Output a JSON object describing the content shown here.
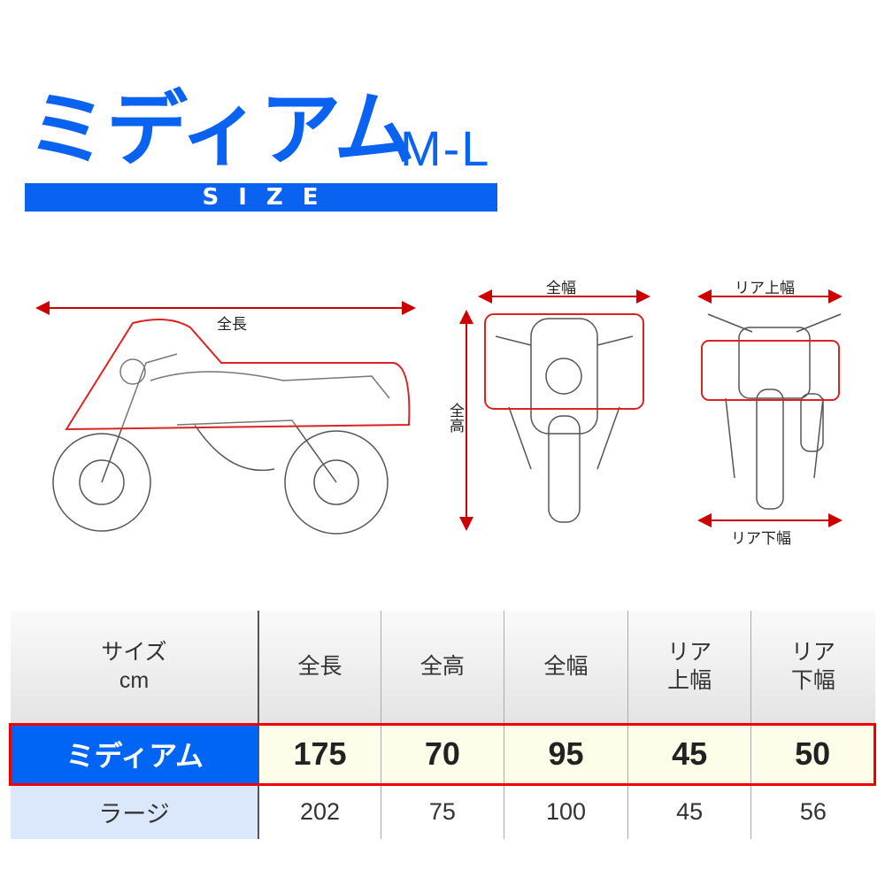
{
  "title": {
    "main": "ミディアム",
    "code": "M-L",
    "size_label": "SIZE"
  },
  "diagram": {
    "length": "全長",
    "width": "全幅",
    "height": "全高",
    "rear_top": "リア上幅",
    "rear_bottom": "リア下幅"
  },
  "table": {
    "headers": [
      "サイズ cm",
      "全長",
      "全高",
      "全幅",
      "リア 上幅",
      "リア 下幅"
    ],
    "header_lines": [
      [
        "サイズ",
        "cm"
      ],
      [
        "全長"
      ],
      [
        "全高"
      ],
      [
        "全幅"
      ],
      [
        "リア",
        "上幅"
      ],
      [
        "リア",
        "下幅"
      ]
    ],
    "rows": [
      {
        "name": "ミディアム",
        "values": [
          "175",
          "70",
          "95",
          "45",
          "50"
        ],
        "highlighted": true
      },
      {
        "name": "ラージ",
        "values": [
          "202",
          "75",
          "100",
          "45",
          "56"
        ]
      }
    ]
  },
  "colors": {
    "brand_blue": "#0a63f0",
    "highlight_red": "#e00000"
  }
}
